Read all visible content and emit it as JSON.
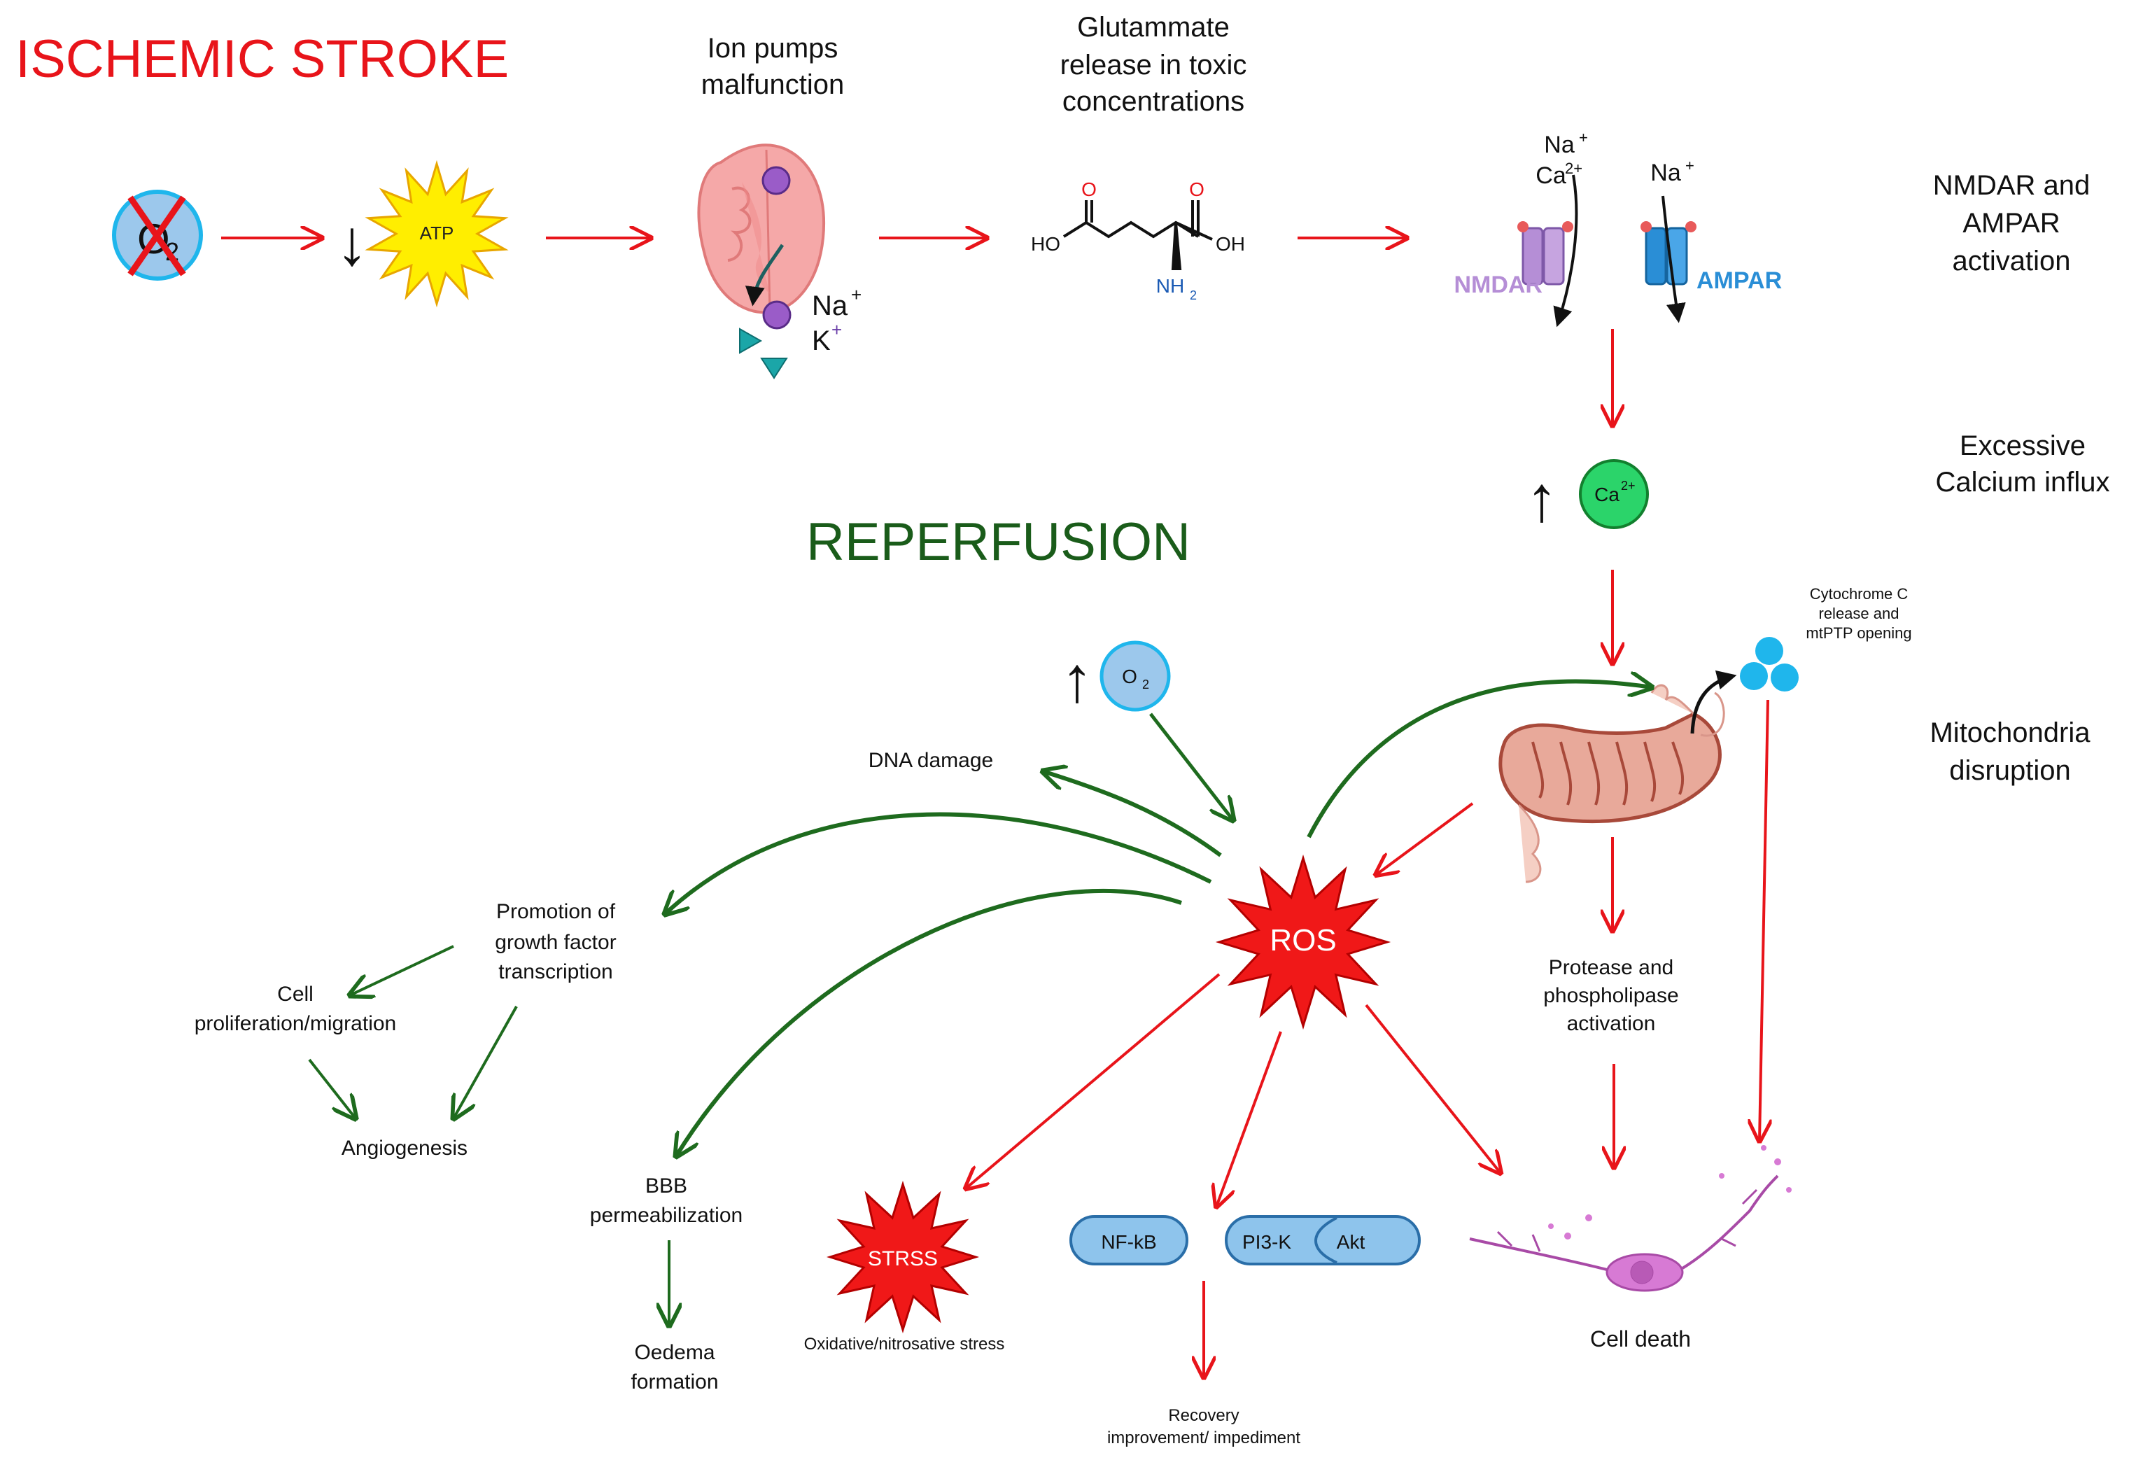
{
  "titles": {
    "ischemic": "ISCHEMIC STROKE",
    "reperfusion": "REPERFUSION"
  },
  "symbols": {
    "o2_main": "O",
    "o2_sub": "2",
    "down_arrow": "↓",
    "up_arrow": "↑",
    "atp": "ATP",
    "na_plus_pump": "Na",
    "k_plus_pump": "K",
    "plus": "+",
    "ca_label": "Ca",
    "ca_sup": "2+",
    "na_label": "Na",
    "o2_reperf": "O",
    "o2_reperf_sub": "2",
    "ros": "ROS",
    "strss": "STRSS",
    "nfkb": "NF-kB",
    "pi3k": "PI3-K",
    "akt": "Akt"
  },
  "steps": {
    "ion_pumps": [
      "Ion pumps",
      "malfunction"
    ],
    "glutamate": [
      "Glutammate",
      "release in toxic",
      "concentrations"
    ],
    "nmdar_ampar": [
      "NMDAR and",
      "AMPAR",
      "activation"
    ],
    "calcium": [
      "Excessive",
      "Calcium influx"
    ],
    "mito": [
      "Mitochondria",
      "disruption"
    ],
    "cytochrome": [
      "Cytochrome C",
      "release and",
      "mtPTP opening"
    ]
  },
  "molecule": {
    "o_top_left": "O",
    "o_top_right": "O",
    "ho": "HO",
    "oh": "OH",
    "nh": "NH",
    "nh_sub": "2"
  },
  "receptors": {
    "nmdar": "NMDAR",
    "ampar": "AMPAR"
  },
  "effects": {
    "dna_damage": "DNA damage",
    "growth_factor": [
      "Promotion of",
      "growth factor",
      "transcription"
    ],
    "cell_prolif": [
      "Cell",
      "proliferation/migration"
    ],
    "angiogenesis": "Angiogenesis",
    "bbb": [
      "BBB",
      "permeabilization"
    ],
    "oedema": [
      "Oedema",
      "formation"
    ],
    "oxidative": "Oxidative/nitrosative stress",
    "recovery": [
      "Recovery",
      "improvement/ impediment"
    ],
    "protease": [
      "Protease and",
      "phospholipase",
      "activation"
    ],
    "cell_death": "Cell death"
  },
  "colors": {
    "red": "#e8141a",
    "green": "#1e6b1e",
    "dark_green_title": "#1a5c1a",
    "ros_red": "#f01818",
    "atp_yellow": "#ffee00",
    "o2_blue": "#9cc8ec",
    "ca_green": "#2bd46a",
    "nfkb_blue": "#8ec4ec",
    "nmdar_purple": "#b58ed6",
    "ampar_blue": "#2a8ed6",
    "mito_fill": "#e8a99a",
    "mito_stroke": "#a8493a",
    "neuron_pink": "#d77ad4",
    "pump_fill": "#f5a8a8",
    "cyto_blue": "#1fb6ec"
  }
}
